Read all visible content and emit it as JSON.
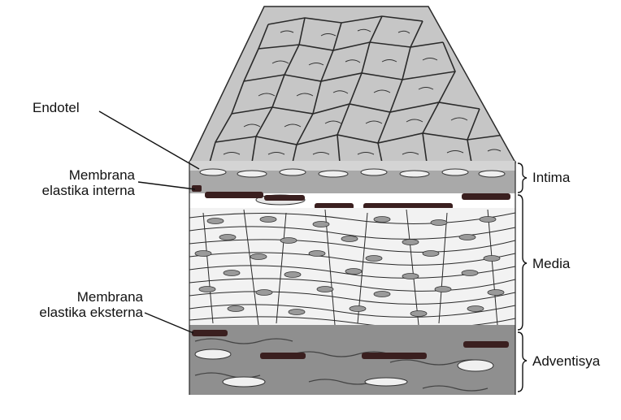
{
  "labels": {
    "endotel": "Endotel",
    "membrana_interna_line1": "Membrana",
    "membrana_interna_line2": "elastika interna",
    "membrana_eksterna_line1": "Membrana",
    "membrana_eksterna_line2": "elastika eksterna",
    "intima": "Intima",
    "media": "Media",
    "adventisya": "Adventisya"
  },
  "colors": {
    "background": "#ffffff",
    "endothelium_surface": "#c8c8c8",
    "cell_outline": "#2a2a2a",
    "intima_band": "#a9a9a9",
    "elastic_membrane": "#3a1f1f",
    "media_cells": "#f2f2f2",
    "adventitia": "#8f8f8f",
    "nucleus": "#7a7a7a"
  }
}
